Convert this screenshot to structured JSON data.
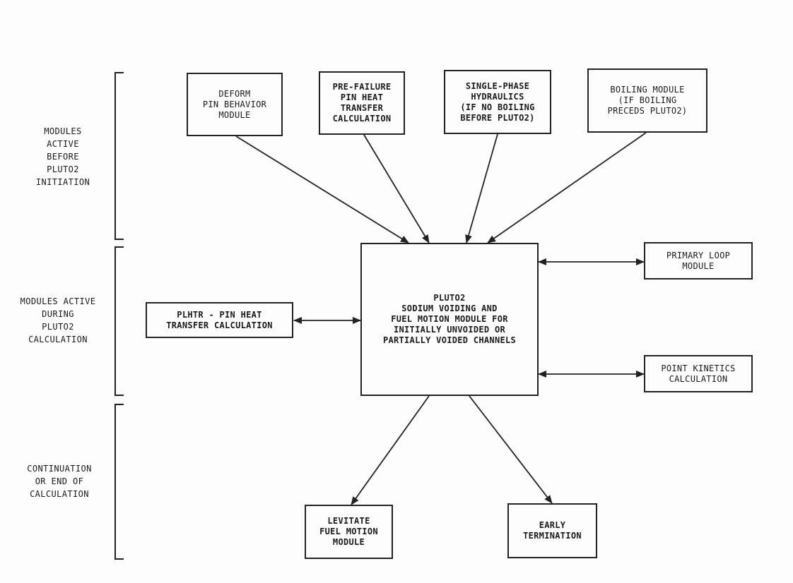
{
  "diagram": {
    "sections": {
      "before": "MODULES\nACTIVE\nBEFORE\nPLUTO2\nINITIATION",
      "during": "MODULES ACTIVE\nDURING\nPLUTO2\nCALCULATION",
      "end": "CONTINUATION\nOR END OF\nCALCULATION"
    },
    "nodes": {
      "deform": "DEFORM\nPIN BEHAVIOR\nMODULE",
      "prefailure": "PRE-FAILURE\nPIN HEAT\nTRANSFER\nCALCULATION",
      "singlephase": "SINGLE-PHASE\nHYDRAULICS\n(IF NO BOILING\nBEFORE PLUTO2)",
      "boiling": "BOILING MODULE\n(IF BOILING\nPRECEDS PLUTO2)",
      "pluto2": "PLUTO2\nSODIUM VOIDING AND\nFUEL MOTION MODULE FOR\nINITIALLY UNVOIDED OR\nPARTIALLY VOIDED CHANNELS",
      "plhtr": "PLHTR - PIN HEAT\nTRANSFER CALCULATION",
      "primaryloop": "PRIMARY LOOP\nMODULE",
      "pointkinetics": "POINT KINETICS\nCALCULATION",
      "levitate": "LEVITATE\nFUEL MOTION\nMODULE",
      "early": "EARLY\nTERMINATION"
    }
  }
}
